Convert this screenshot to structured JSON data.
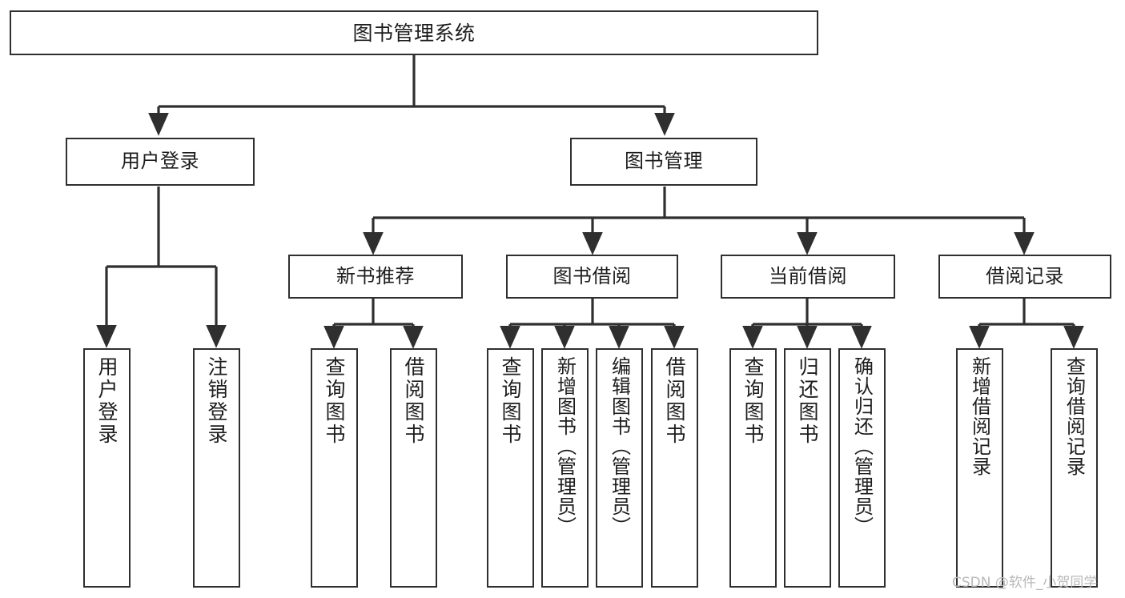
{
  "diagram": {
    "type": "hierarchy-tree",
    "title": "图书管理系统",
    "watermark": "CSDN @软件_小贺同学",
    "colors": {
      "box_border": "#2f2f2f",
      "box_fill": "#ffffff",
      "connector": "#2f2f2f",
      "text": "#1d1d1d",
      "watermark": "#b9b9b9"
    },
    "root": {
      "label": "图书管理系统"
    },
    "level2": [
      {
        "label": "用户登录"
      },
      {
        "label": "图书管理"
      }
    ],
    "level3": [
      {
        "label": "新书推荐"
      },
      {
        "label": "图书借阅"
      },
      {
        "label": "当前借阅"
      },
      {
        "label": "借阅记录"
      }
    ],
    "leaves": {
      "user_login": [
        {
          "label": "用户登录"
        },
        {
          "label": "注销登录"
        }
      ],
      "new_book_recommend": [
        {
          "label": "查询图书"
        },
        {
          "label": "借阅图书"
        }
      ],
      "book_borrow": [
        {
          "label": "查询图书"
        },
        {
          "label": "新增图书（管理员）"
        },
        {
          "label": "编辑图书（管理员）"
        },
        {
          "label": "借阅图书"
        }
      ],
      "current_borrow": [
        {
          "label": "查询图书"
        },
        {
          "label": "归还图书"
        },
        {
          "label": "确认归还（管理员）"
        }
      ],
      "borrow_record": [
        {
          "label": "新增借阅记录"
        },
        {
          "label": "查询借阅记录"
        }
      ]
    }
  }
}
